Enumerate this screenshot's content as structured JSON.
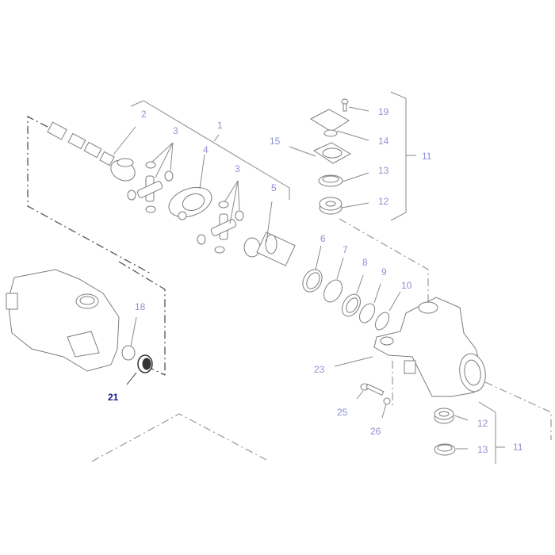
{
  "diagram": {
    "type": "exploded-parts-diagram",
    "label_color": "#8f8fd6",
    "highlight_color": "#1a1a8a",
    "callouts": [
      {
        "id": "c2",
        "text": "2",
        "highlighted": false
      },
      {
        "id": "c1",
        "text": "1",
        "highlighted": false
      },
      {
        "id": "c3a",
        "text": "3",
        "highlighted": false
      },
      {
        "id": "c4",
        "text": "4",
        "highlighted": false
      },
      {
        "id": "c3b",
        "text": "3",
        "highlighted": false
      },
      {
        "id": "c5",
        "text": "5",
        "highlighted": false
      },
      {
        "id": "c19",
        "text": "19",
        "highlighted": false
      },
      {
        "id": "c14",
        "text": "14",
        "highlighted": false
      },
      {
        "id": "c15",
        "text": "15",
        "highlighted": false
      },
      {
        "id": "c13a",
        "text": "13",
        "highlighted": false
      },
      {
        "id": "c12a",
        "text": "12",
        "highlighted": false
      },
      {
        "id": "c11a",
        "text": "11",
        "highlighted": false
      },
      {
        "id": "c6",
        "text": "6",
        "highlighted": false
      },
      {
        "id": "c7",
        "text": "7",
        "highlighted": false
      },
      {
        "id": "c8",
        "text": "8",
        "highlighted": false
      },
      {
        "id": "c9",
        "text": "9",
        "highlighted": false
      },
      {
        "id": "c10",
        "text": "10",
        "highlighted": false
      },
      {
        "id": "c18",
        "text": "18",
        "highlighted": false
      },
      {
        "id": "c21",
        "text": "21",
        "highlighted": true
      },
      {
        "id": "c23",
        "text": "23",
        "highlighted": false
      },
      {
        "id": "c25",
        "text": "25",
        "highlighted": false
      },
      {
        "id": "c26",
        "text": "26",
        "highlighted": false
      },
      {
        "id": "c12b",
        "text": "12",
        "highlighted": false
      },
      {
        "id": "c13b",
        "text": "13",
        "highlighted": false
      },
      {
        "id": "c11b",
        "text": "11",
        "highlighted": false
      }
    ]
  }
}
